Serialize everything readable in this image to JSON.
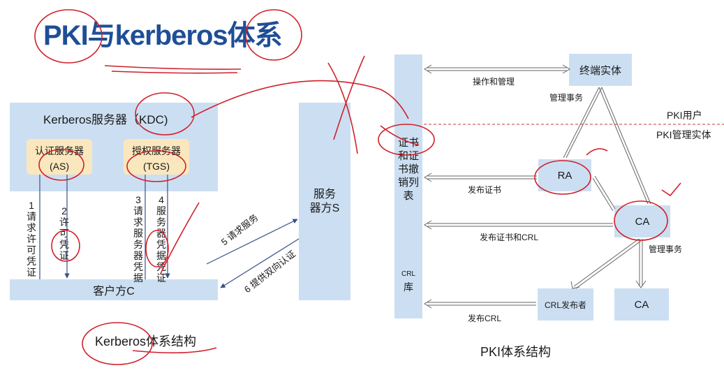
{
  "title": "PKI与kerberos体系",
  "kerberos": {
    "kdc_label": "Kerberos服务器（KDC)",
    "as_name": "认证服务器",
    "as_abbr": "(AS)",
    "tgs_name": "授权服务器",
    "tgs_abbr": "(TGS)",
    "client": "客户方C",
    "server": "服务器方S",
    "step1": "1请求许可凭证",
    "step2": "2许可凭证",
    "step3": "3请求服务器凭据",
    "step4": "4服务器凭据凭证",
    "step5": "5 请求服务",
    "step6": "6 提供双向认证",
    "caption": "Kerberos体系结构"
  },
  "pki": {
    "repository": "证书和证书撤销列表",
    "crl_repo_line1": "CRL",
    "crl_repo_line2": "库",
    "end_entity": "终端实体",
    "ra": "RA",
    "ca": "CA",
    "ca2": "CA",
    "crl_issuer": "CRL发布者",
    "op_manage": "操作和管理",
    "mgmt_tx1": "管理事务",
    "mgmt_tx2": "管理事务",
    "publish_cert": "发布证书",
    "publish_cert_crl": "发布证书和CRL",
    "publish_crl": "发布CRL",
    "pki_user": "PKI用户",
    "pki_mgmt": "PKI管理实体",
    "caption": "PKI体系结构"
  }
}
